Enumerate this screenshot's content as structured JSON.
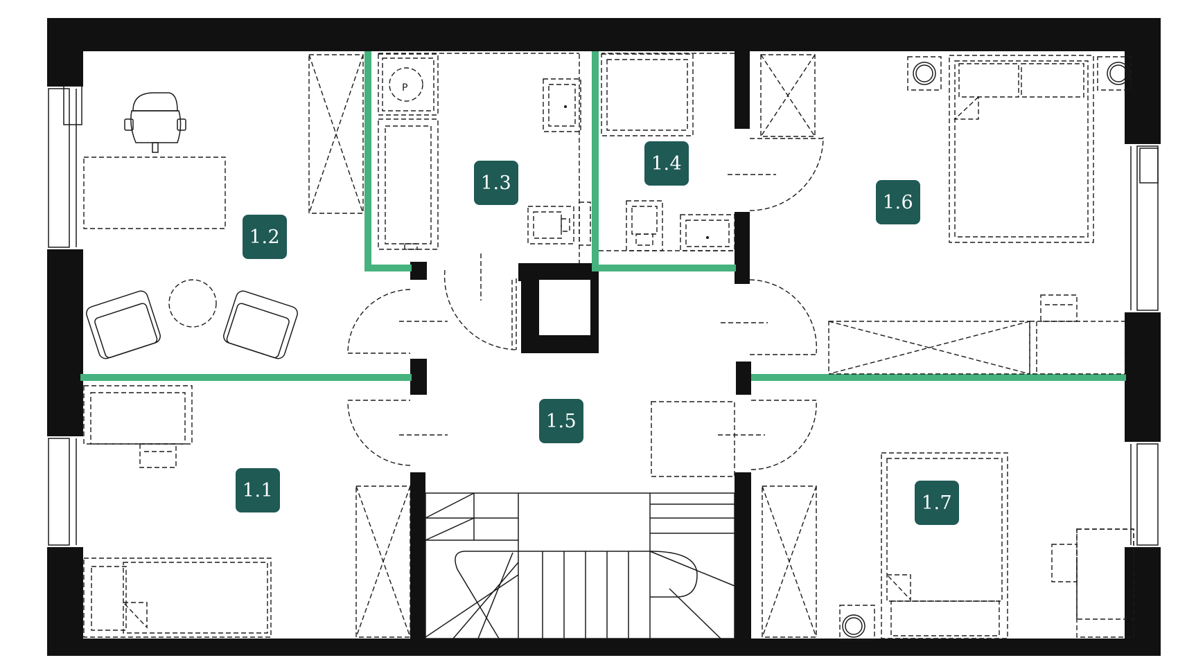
{
  "colors": {
    "wall": "#111111",
    "partition": "#46b27e",
    "label_bg": "#1f5a55",
    "label_text": "#ffffff",
    "background": "#ffffff"
  },
  "rooms": [
    {
      "id": "1.1",
      "label": "1.1"
    },
    {
      "id": "1.2",
      "label": "1.2"
    },
    {
      "id": "1.3",
      "label": "1.3"
    },
    {
      "id": "1.4",
      "label": "1.4"
    },
    {
      "id": "1.5",
      "label": "1.5"
    },
    {
      "id": "1.6",
      "label": "1.6"
    },
    {
      "id": "1.7",
      "label": "1.7"
    }
  ],
  "bathroom_fixture_letter": "P"
}
